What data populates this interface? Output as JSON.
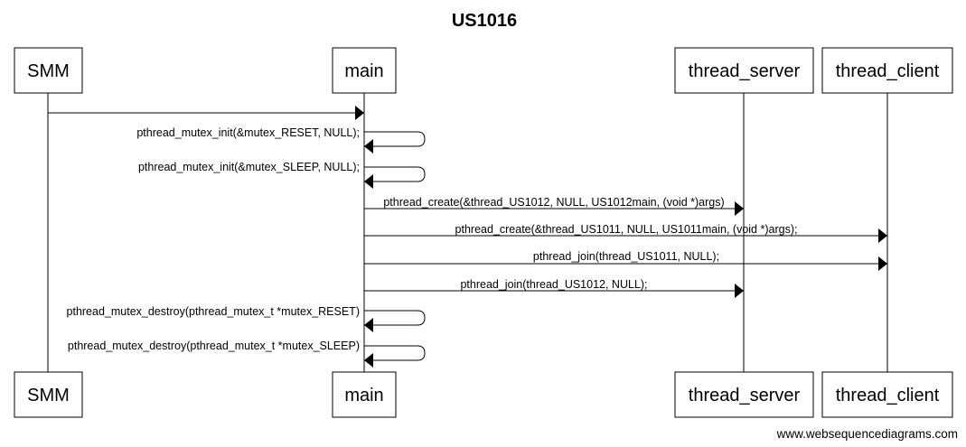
{
  "diagram": {
    "title": "US1016",
    "actors": [
      {
        "id": "smm",
        "label": "SMM"
      },
      {
        "id": "main",
        "label": "main"
      },
      {
        "id": "thread_server",
        "label": "thread_server"
      },
      {
        "id": "thread_client",
        "label": "thread_client"
      }
    ],
    "messages": [
      {
        "from": "smm",
        "to": "main",
        "label": ""
      },
      {
        "from": "main",
        "to": "main",
        "label": "pthread_mutex_init(&mutex_RESET, NULL);"
      },
      {
        "from": "main",
        "to": "main",
        "label": "pthread_mutex_init(&mutex_SLEEP, NULL);"
      },
      {
        "from": "main",
        "to": "thread_server",
        "label": "pthread_create(&thread_US1012, NULL, US1012main, (void *)args)"
      },
      {
        "from": "main",
        "to": "thread_client",
        "label": "pthread_create(&thread_US1011, NULL, US1011main, (void *)args);"
      },
      {
        "from": "main",
        "to": "thread_client",
        "label": "pthread_join(thread_US1011, NULL);"
      },
      {
        "from": "main",
        "to": "thread_server",
        "label": "pthread_join(thread_US1012, NULL);"
      },
      {
        "from": "main",
        "to": "main",
        "label": "pthread_mutex_destroy(pthread_mutex_t *mutex_RESET)"
      },
      {
        "from": "main",
        "to": "main",
        "label": "pthread_mutex_destroy(pthread_mutex_t *mutex_SLEEP)"
      }
    ],
    "watermark": "www.websequencediagrams.com"
  }
}
